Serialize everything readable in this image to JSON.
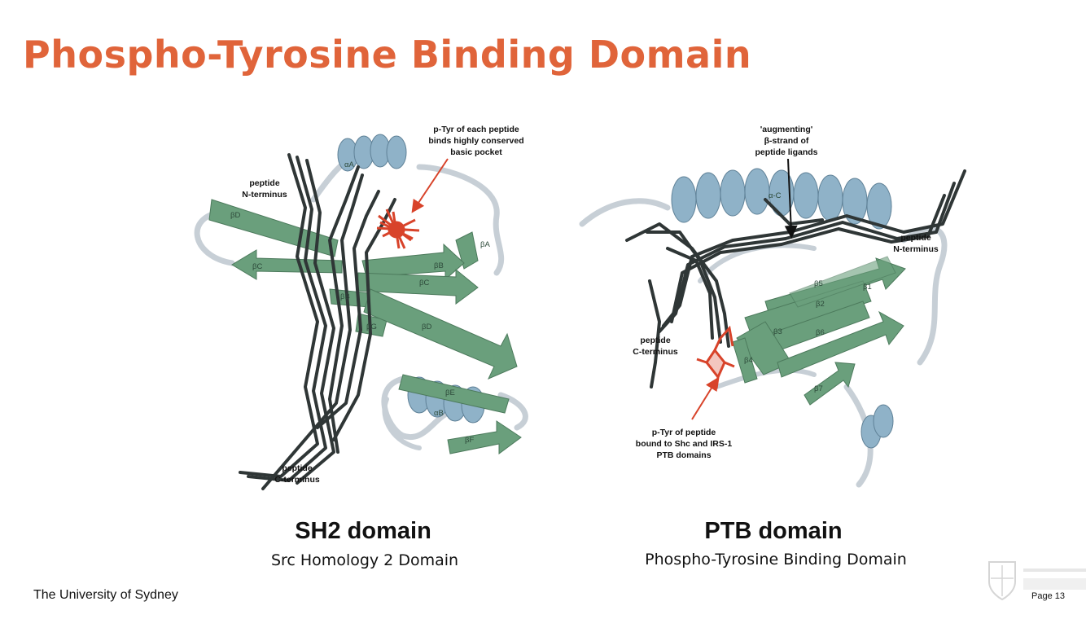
{
  "slide": {
    "title": "Phospho-Tyrosine Binding Domain",
    "footer_left": "The University of Sydney",
    "page_label": "Page 13",
    "title_color": "#e0643a"
  },
  "sh2": {
    "heading": "SH2 domain",
    "subheading": "Src Homology 2 Domain",
    "annotations": {
      "ptyr_line1": "p-Tyr of each peptide",
      "ptyr_line2": "binds highly conserved",
      "ptyr_line3": "basic pocket",
      "n_term_line1": "peptide",
      "n_term_line2": "N-terminus",
      "c_term_line1": "peptide",
      "c_term_line2": "C-terminus"
    },
    "structure_labels": {
      "aA": "αA",
      "bD_top": "βD",
      "bC_left": "βC",
      "bA": "βA",
      "bB_right": "βB",
      "bC_mid": "βC",
      "bB_mid": "βB",
      "bG": "βG",
      "bD_mid": "βD",
      "bE": "βE",
      "aB": "αB",
      "bF": "βF"
    }
  },
  "ptb": {
    "heading": "PTB domain",
    "subheading": "Phospho-Tyrosine Binding Domain",
    "annotations": {
      "aug_line1": "'augmenting'",
      "aug_line2": "β-strand of",
      "aug_line3": "peptide ligands",
      "n_term_line1": "peptide",
      "n_term_line2": "N-terminus",
      "c_term_line1": "peptide",
      "c_term_line2": "C-terminus",
      "ptyr_line1": "p-Tyr of peptide",
      "ptyr_line2": "bound to Shc and IRS-1",
      "ptyr_line3": "PTB domains"
    },
    "structure_labels": {
      "aC": "α-C",
      "b5": "β5",
      "b1": "β1",
      "b2": "β2",
      "b3": "β3",
      "b6": "β6",
      "b4": "β4",
      "b7": "β7"
    }
  },
  "colors": {
    "strand_green": "#6a9f7c",
    "helix_blue": "#8fb2c8",
    "loop_gray": "#c7cfd6",
    "peptide_dark": "#2f3636",
    "ptyr_red": "#d8432a"
  }
}
